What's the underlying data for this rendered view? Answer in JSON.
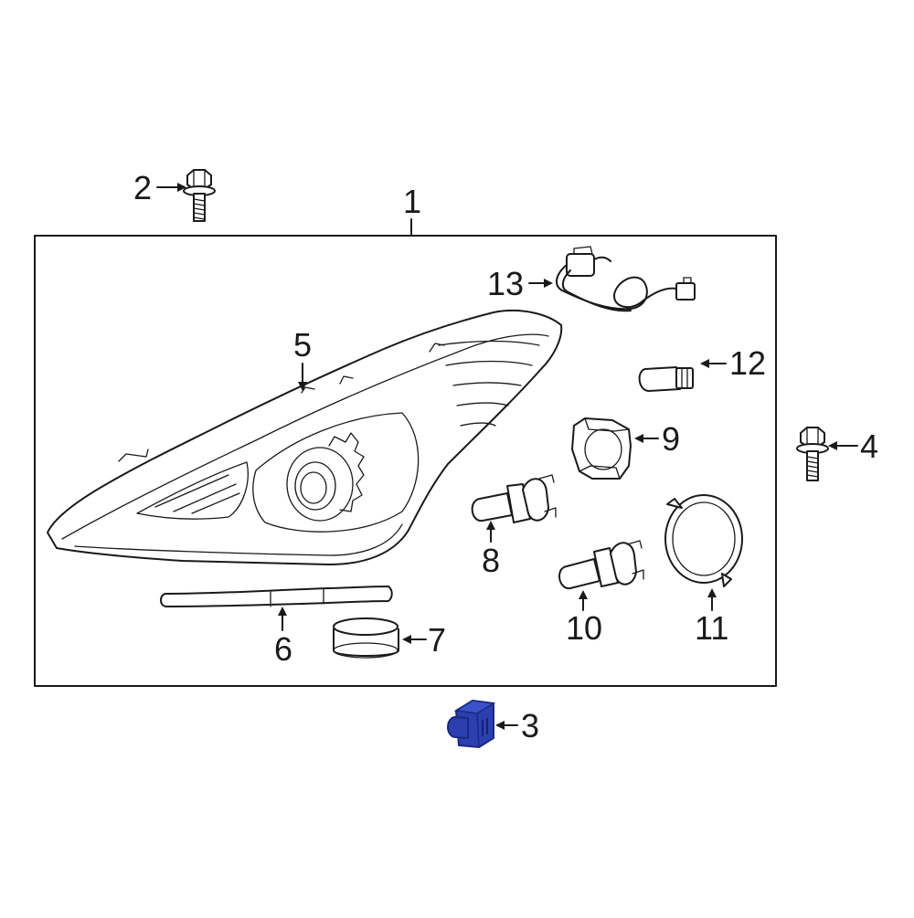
{
  "callouts": {
    "c1": "1",
    "c2": "2",
    "c3": "3",
    "c4": "4",
    "c5": "5",
    "c6": "6",
    "c7": "7",
    "c8": "8",
    "c9": "9",
    "c10": "10",
    "c11": "11",
    "c12": "12",
    "c13": "13"
  },
  "colors": {
    "line": "#1a1a1a",
    "highlight_part": "#2b3fb0",
    "highlight_shadow": "#1a2a80"
  },
  "highlighted_part": "3"
}
